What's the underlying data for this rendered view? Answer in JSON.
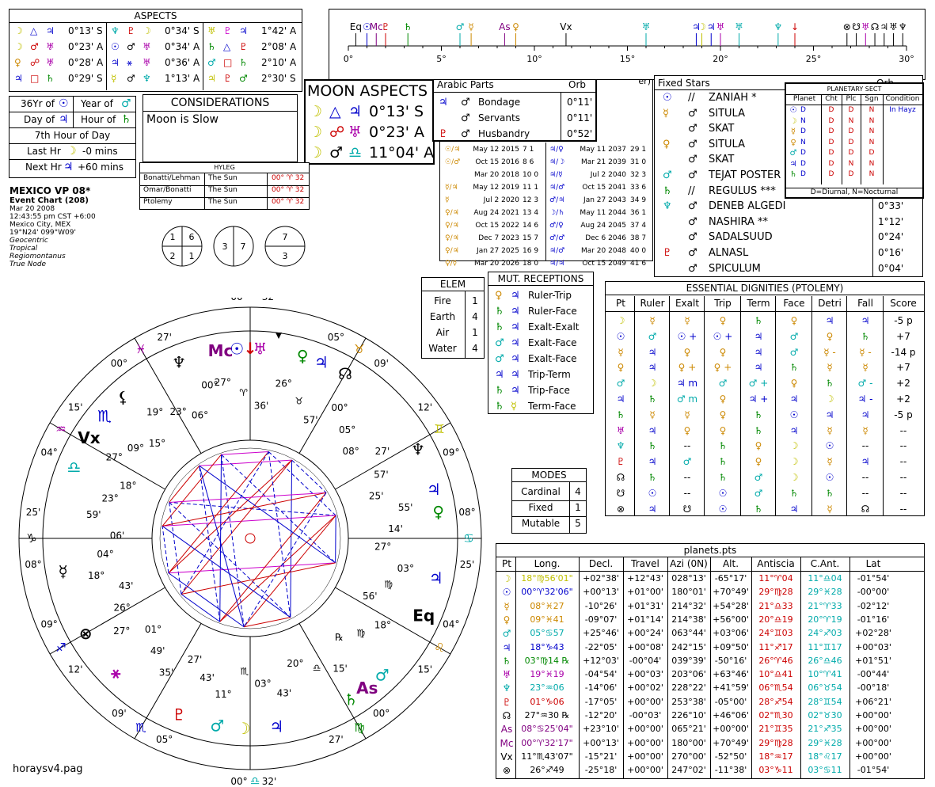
{
  "aspects": {
    "title": "ASPECTS",
    "rows": [
      [
        "☽",
        "△",
        "♃",
        "0°13' S",
        "♆",
        "♇",
        "☽",
        "0°34' S",
        "♅",
        "♇",
        "♃",
        "1°42' A"
      ],
      [
        "☽",
        "♂",
        "♅",
        "0°23' A",
        "☉",
        "♂",
        "♅",
        "0°34' A",
        "♄",
        "△",
        "♇",
        "2°08' A"
      ],
      [
        "♀",
        "☍",
        "♅",
        "0°28' A",
        "♃",
        "⚹",
        "♅",
        "0°36' A",
        "♂",
        "□",
        "♄",
        "2°10' A"
      ],
      [
        "♃",
        "□",
        "♄",
        "0°29' S",
        "☿",
        "♂",
        "♆",
        "1°13' A",
        "♃",
        "♇",
        "♂",
        "2°30' S"
      ]
    ],
    "colors": [
      [
        "#c0c000",
        "#0000cc",
        "#0000cc",
        "#000",
        "#00aaaa",
        "#cc0000",
        "#c0c000",
        "#000",
        "#c0c000",
        "#cc00cc",
        "#0000cc",
        "#000"
      ],
      [
        "#c0c000",
        "#cc0000",
        "#aa00aa",
        "#000",
        "#0000cc",
        "#000",
        "#aa00aa",
        "#000",
        "#008800",
        "#0000cc",
        "#cc0000",
        "#000"
      ],
      [
        "#cc8800",
        "#cc0000",
        "#aa00aa",
        "#000",
        "#0000cc",
        "#0000cc",
        "#aa00aa",
        "#000",
        "#00aaaa",
        "#cc0000",
        "#008800",
        "#000"
      ],
      [
        "#0000cc",
        "#cc0000",
        "#008800",
        "#000",
        "#c0c000",
        "#000",
        "#00aaaa",
        "#000",
        "#c0c000",
        "#cc0000",
        "#008800",
        "#000"
      ]
    ]
  },
  "time": {
    "rows": [
      [
        "36Yr of",
        "☉",
        "Year of",
        "♂"
      ],
      [
        "Day of",
        "♃",
        "Hour of",
        "♄"
      ],
      [
        "7th Hour of Day"
      ],
      [
        "Last Hr",
        "☽",
        "-0 mins"
      ],
      [
        "Next Hr",
        "♃",
        "+60 mins"
      ]
    ]
  },
  "considerations": {
    "title": "CONSIDERATIONS",
    "text": "Moon is Slow"
  },
  "moon_aspects": {
    "title": "MOON ASPECTS",
    "rows": [
      [
        "☽",
        "△",
        "♃",
        "0°13' S"
      ],
      [
        "☽",
        "☍",
        "♅",
        "0°23' A"
      ],
      [
        "☽",
        "♂",
        "♎",
        "11°04' A"
      ]
    ]
  },
  "arabic": {
    "title": "Arabic Parts",
    "orb": "Orb",
    "rows": [
      [
        "♃",
        "♂",
        "Bondage",
        "0°11'"
      ],
      [
        "",
        "♂",
        "Servants",
        "0°11'"
      ],
      [
        "♇",
        "♂",
        "Husbandry",
        "0°52'"
      ]
    ]
  },
  "hyleg": {
    "title": "HYLEG",
    "rows": [
      [
        "Bonatti/Lehman",
        "The Sun",
        "00° ♈ 32"
      ],
      [
        "Omar/Bonatti",
        "The Sun",
        "00° ♈ 32"
      ],
      [
        "Ptolemy",
        "The Sun",
        "00° ♈ 32"
      ]
    ]
  },
  "chart_info": {
    "name": "MEXICO VP 08*",
    "type": "Event Chart (208)",
    "date": "Mar 20 2008",
    "time": "12:43:55 pm  CST +6:00",
    "place": "Mexico City, MEX",
    "coords": "19°N24' 099°W09'",
    "opts": [
      "Geocentric",
      "Tropical",
      "Regiomontanus",
      "True Node"
    ]
  },
  "circles": [
    [
      "1",
      "6",
      "2",
      "1"
    ],
    [
      "3",
      "7"
    ],
    [
      "7",
      "3"
    ]
  ],
  "directions": {
    "header": "er)",
    "rows": [
      [
        "☉/♃",
        "May 12 2015",
        "7 1",
        "♃/♀",
        "May 11 2037",
        "29 1"
      ],
      [
        "☉/♂",
        "Oct 15 2016",
        "8 6",
        "♃/☽",
        "Mar 21 2039",
        "31 0"
      ],
      [
        "",
        "Mar 20 2018",
        "10 0",
        "♃/☿",
        "Jul 2 2040",
        "32 3"
      ],
      [
        "☿/♃",
        "May 12 2019",
        "11 1",
        "♃/♂",
        "Oct 15 2041",
        "33 6"
      ],
      [
        "☿",
        "Jul 2 2020",
        "12 3",
        "♂/♃",
        "Jan 27 2043",
        "34 9"
      ],
      [
        "♀/♃",
        "Aug 24 2021",
        "13 4",
        "☽/♄",
        "May 11 2044",
        "36 1"
      ],
      [
        "♀/♃",
        "Oct 15 2022",
        "14 6",
        "♂/♀",
        "Aug 24 2045",
        "37 4"
      ],
      [
        "♀/♃",
        "Dec 7 2023",
        "15 7",
        "♂/♂",
        "Dec 6 2046",
        "38 7"
      ],
      [
        "♀/♃",
        "Jan 27 2025",
        "16 9",
        "♃/♂",
        "Mar 20 2048",
        "40 0"
      ],
      [
        "♀/☿",
        "Mar 20 2026",
        "18 0",
        "♃/♃",
        "Oct 15 2049",
        "41 6"
      ]
    ]
  },
  "fixed_stars": {
    "title": "Fixed Stars",
    "orb_header": "Orb",
    "rows": [
      [
        "☉",
        "//",
        "ZANIAH *",
        ""
      ],
      [
        "☿",
        "♂",
        "SITULA",
        ""
      ],
      [
        "",
        "♂",
        "SKAT",
        ""
      ],
      [
        "♀",
        "♂",
        "SITULA",
        ""
      ],
      [
        "",
        "♂",
        "SKAT",
        ""
      ],
      [
        "♂",
        "♂",
        "TEJAT POSTER",
        ""
      ],
      [
        "♄",
        "//",
        "REGULUS ***",
        ""
      ],
      [
        "♆",
        "♂",
        "DENEB ALGEDI",
        "0°33'"
      ],
      [
        "",
        "♂",
        "NASHIRA **",
        "1°12'"
      ],
      [
        "",
        "♂",
        "SADALSUUD",
        "0°24'"
      ],
      [
        "♇",
        "♂",
        "ALNASL",
        "0°16'"
      ],
      [
        "",
        "♂",
        "SPICULUM",
        "0°04'"
      ]
    ]
  },
  "sect": {
    "title": "PLANETARY SECT",
    "headers": [
      "Planet",
      "Cht",
      "Plc",
      "Sgn",
      "Condition"
    ],
    "rows": [
      [
        "☉",
        "D",
        "D",
        "D",
        "N",
        "In Hayz"
      ],
      [
        "☽",
        "N",
        "D",
        "N",
        "N",
        ""
      ],
      [
        "☿",
        "D",
        "D",
        "D",
        "N",
        ""
      ],
      [
        "♀",
        "N",
        "D",
        "D",
        "N",
        ""
      ],
      [
        "♂",
        "D",
        "D",
        "D",
        "D",
        ""
      ],
      [
        "♃",
        "D",
        "D",
        "N",
        "N",
        ""
      ],
      [
        "♄",
        "D",
        "D",
        "D",
        "N",
        ""
      ]
    ],
    "legend": "D=Diurnal, N=Nocturnal"
  },
  "elem": {
    "title": "ELEM",
    "rows": [
      [
        "Fire",
        "1"
      ],
      [
        "Earth",
        "4"
      ],
      [
        "Air",
        "1"
      ],
      [
        "Water",
        "4"
      ]
    ]
  },
  "mut": {
    "title": "MUT. RECEPTIONS",
    "rows": [
      [
        "♀",
        "♃",
        "Ruler-Trip"
      ],
      [
        "♄",
        "♃",
        "Ruler-Face"
      ],
      [
        "♄",
        "♃",
        "Exalt-Exalt"
      ],
      [
        "♂",
        "♃",
        "Exalt-Face"
      ],
      [
        "♂",
        "♃",
        "Exalt-Face"
      ],
      [
        "♃",
        "♃",
        "Trip-Term"
      ],
      [
        "♄",
        "♃",
        "Trip-Face"
      ],
      [
        "♄",
        "☿",
        "Term-Face"
      ]
    ]
  },
  "modes": {
    "title": "MODES",
    "rows": [
      [
        "Cardinal",
        "4"
      ],
      [
        "Fixed",
        "1"
      ],
      [
        "Mutable",
        "5"
      ]
    ]
  },
  "dignities": {
    "title": "ESSENTIAL DIGNITIES (PTOLEMY)",
    "headers": [
      "Pt",
      "Ruler",
      "Exalt",
      "Trip",
      "Term",
      "Face",
      "Detri",
      "Fall",
      "Score"
    ],
    "rows": [
      [
        "☽",
        "☿",
        "☿",
        "♀",
        "♄",
        "♀",
        "♃",
        "♃",
        "-5 p"
      ],
      [
        "☉",
        "♂",
        "☉ +",
        "☉ +",
        "♃",
        "♂",
        "♀",
        "♄",
        "+7"
      ],
      [
        "☿",
        "♃",
        "♀",
        "♀",
        "♃",
        "♂",
        "☿ -",
        "☿ -",
        "-14 p"
      ],
      [
        "♀",
        "♃",
        "♀ +",
        "♀ +",
        "♃",
        "♄",
        "☿",
        "☿",
        "+7"
      ],
      [
        "♂",
        "☽",
        "♃ m",
        "♂",
        "♂ +",
        "♀",
        "♄",
        "♂ -",
        "+2"
      ],
      [
        "♃",
        "♄",
        "♂ m",
        "♀",
        "♃ +",
        "♃",
        "☽",
        "♃ -",
        "+2"
      ],
      [
        "♄",
        "☿",
        "☿",
        "♀",
        "♄",
        "☉",
        "♃",
        "♃",
        "-5 p"
      ],
      [
        "♅",
        "♃",
        "♀",
        "♀",
        "♄",
        "♃",
        "☿",
        "☿",
        "--"
      ],
      [
        "♆",
        "♄",
        "--",
        "♄",
        "♀",
        "☽",
        "☉",
        "--",
        "--"
      ],
      [
        "♇",
        "♃",
        "♂",
        "♄",
        "♀",
        "☽",
        "☿",
        "♃",
        "--"
      ],
      [
        "☊",
        "♄",
        "--",
        "♄",
        "♂",
        "☽",
        "☉",
        "--",
        "--"
      ],
      [
        "☋",
        "☉",
        "--",
        "☉",
        "♂",
        "♄",
        "♄",
        "--",
        "--"
      ],
      [
        "⊗",
        "♃",
        "☋",
        "☉",
        "♄",
        "♃",
        "☿",
        "☊",
        "--"
      ]
    ]
  },
  "planets": {
    "title": "planets.pts",
    "headers": [
      "Pt",
      "Long.",
      "Decl.",
      "Travel",
      "Azi (0N)",
      "Alt.",
      "Antiscia",
      "C.Ant.",
      "Lat"
    ],
    "rows": [
      [
        "☽",
        "18°♍56'01\"",
        "+02°38'",
        "+12°43'",
        "028°13'",
        "-65°17'",
        "11°♈04",
        "11°♎04",
        "-01°54'"
      ],
      [
        "☉",
        "00°♈32'06\"",
        "+00°13'",
        "+01°00'",
        "180°01'",
        "+70°49'",
        "29°♍28",
        "29°♓28",
        "-00°00'"
      ],
      [
        "☿",
        "08°♓27",
        "-10°26'",
        "+01°31'",
        "214°32'",
        "+54°28'",
        "21°♎33",
        "21°♈33",
        "-02°12'"
      ],
      [
        "♀",
        "09°♓41",
        "-09°07'",
        "+01°14'",
        "214°38'",
        "+56°00'",
        "20°♎19",
        "20°♈19",
        "-01°16'"
      ],
      [
        "♂",
        "05°♋57",
        "+25°46'",
        "+00°24'",
        "063°44'",
        "+03°06'",
        "24°♊03",
        "24°♐03",
        "+02°28'"
      ],
      [
        "♃",
        "18°♑43",
        "-22°05'",
        "+00°08'",
        "242°15'",
        "+09°50'",
        "11°♐17",
        "11°♊17",
        "+00°03'"
      ],
      [
        "♄",
        "03°♍14 ℞",
        "+12°03'",
        "-00°04'",
        "039°39'",
        "-50°16'",
        "26°♈46",
        "26°♎46",
        "+01°51'"
      ],
      [
        "♅",
        "19°♓19",
        "-04°54'",
        "+00°03'",
        "203°06'",
        "+63°46'",
        "10°♎41",
        "10°♈41",
        "-00°44'"
      ],
      [
        "♆",
        "23°♒06",
        "-14°06'",
        "+00°02'",
        "228°22'",
        "+41°59'",
        "06°♏54",
        "06°♉54",
        "-00°18'"
      ],
      [
        "♇",
        "01°♑06",
        "-17°05'",
        "+00°00'",
        "253°38'",
        "-05°00'",
        "28°♐54",
        "28°♊54",
        "+06°21'"
      ],
      [
        "☊",
        "27°♒30 ℞",
        "-12°20'",
        "-00°03'",
        "226°10'",
        "+46°06'",
        "02°♏30",
        "02°♉30",
        "+00°00'"
      ],
      [
        "As",
        "08°♋25'04\"",
        "+23°10'",
        "+00°00'",
        "065°21'",
        "+00°00'",
        "21°♊35",
        "21°♐35",
        "+00°00'"
      ],
      [
        "Mc",
        "00°♈32'17\"",
        "+00°13'",
        "+00°00'",
        "180°00'",
        "+70°49'",
        "29°♍28",
        "29°♓28",
        "+00°00'"
      ],
      [
        "Vx",
        "11°♏43'07\"",
        "-15°21'",
        "+00°00'",
        "270°00'",
        "-52°50'",
        "18°♒17",
        "18°♌17",
        "+00°00'"
      ],
      [
        "⊗",
        "26°♐49",
        "-25°18'",
        "+00°00'",
        "247°02'",
        "-11°38'",
        "03°♑11",
        "03°♋11",
        "-01°54'"
      ]
    ],
    "colors": [
      "#c0c000",
      "#0000cc",
      "#cc8800",
      "#cc8800",
      "#00aaaa",
      "#0000cc",
      "#008800",
      "#aa00aa",
      "#00aaaa",
      "#cc0000",
      "#000",
      "#800080",
      "#800080",
      "#000",
      "#000"
    ]
  },
  "timeline": {
    "ticks": [
      "0°",
      "5°",
      "10°",
      "15°",
      "20°",
      "25°",
      "30°"
    ],
    "markers": [
      {
        "g": "Eq",
        "v": 0.4,
        "c": "#000"
      },
      {
        "g": "☉",
        "v": 1.0,
        "c": "#0000cc"
      },
      {
        "g": "Mc",
        "v": 1.5,
        "c": "#800080"
      },
      {
        "g": "♇",
        "v": 2.0,
        "c": "#cc0000"
      },
      {
        "g": "♄",
        "v": 3.2,
        "c": "#008800"
      },
      {
        "g": "♂",
        "v": 6.0,
        "c": "#00aaaa"
      },
      {
        "g": "☿",
        "v": 6.6,
        "c": "#cc8800"
      },
      {
        "g": "As",
        "v": 8.4,
        "c": "#800080"
      },
      {
        "g": "♀",
        "v": 9.0,
        "c": "#cc8800"
      },
      {
        "g": "Vx",
        "v": 11.7,
        "c": "#000"
      },
      {
        "g": "♅",
        "v": 16.0,
        "c": "#00aaaa"
      },
      {
        "g": "♃",
        "v": 18.7,
        "c": "#0000cc"
      },
      {
        "g": "☽",
        "v": 19.0,
        "c": "#c0c000"
      },
      {
        "g": "♃",
        "v": 19.5,
        "c": "#0000cc"
      },
      {
        "g": "♅",
        "v": 20.0,
        "c": "#aa00aa"
      },
      {
        "g": "♅",
        "v": 21.0,
        "c": "#00aaaa"
      },
      {
        "g": "♆",
        "v": 23.1,
        "c": "#00aaaa"
      },
      {
        "g": "↓",
        "v": 24.0,
        "c": "#cc0000"
      },
      {
        "g": "⊗",
        "v": 26.8,
        "c": "#000"
      },
      {
        "g": "☋",
        "v": 27.3,
        "c": "#000"
      },
      {
        "g": "♅",
        "v": 27.8,
        "c": "#aa00aa"
      },
      {
        "g": "☊",
        "v": 28.3,
        "c": "#000"
      },
      {
        "g": "♃",
        "v": 28.8,
        "c": "#000"
      },
      {
        "g": "♅",
        "v": 29.3,
        "c": "#000"
      },
      {
        "g": "♆",
        "v": 29.8,
        "c": "#000"
      }
    ]
  },
  "wheel": {
    "cusps": [
      {
        "deg": "00°",
        "min": "32'",
        "sign": "",
        "c": "#000"
      },
      {
        "deg": "05°",
        "min": "09'",
        "sign": "♉",
        "c": "#cc8800"
      },
      {
        "deg": "12'",
        "min": "09°",
        "sign": "♊",
        "c": "#c0c000"
      },
      {
        "deg": "08°",
        "min": "25'",
        "sign": "♋",
        "c": "#00aaaa"
      },
      {
        "deg": "04°",
        "min": "15'",
        "sign": "♌",
        "c": "#cc8800"
      },
      {
        "deg": "00°",
        "min": "27'",
        "sign": "♍",
        "c": "#008800"
      },
      {
        "deg": "00°",
        "min": "32'",
        "sign": "♎",
        "c": "#00aaaa"
      },
      {
        "deg": "05°",
        "min": "09'",
        "sign": "♏",
        "c": "#0000cc"
      },
      {
        "deg": "12'",
        "min": "09°",
        "sign": "♐",
        "c": "#0000cc"
      },
      {
        "deg": "08°",
        "min": "25'",
        "sign": "♑",
        "c": "#000"
      },
      {
        "deg": "04°",
        "min": "15'",
        "sign": "♒",
        "c": "#aa00aa"
      },
      {
        "deg": "00°",
        "min": "27'",
        "sign": "♓",
        "c": "#aa00aa"
      }
    ],
    "inner_labels": [
      "27°",
      "♈",
      "36'",
      "26°",
      "♉",
      "57'",
      "00°",
      "05°",
      "08°",
      "27'",
      "57'",
      "25'",
      "55'",
      "14'",
      "27°",
      "03°",
      "♍",
      "56'",
      "18°",
      "♍",
      "℞",
      "15'",
      "♎",
      "20°",
      "43'",
      "03°",
      "♏",
      "11°",
      "43'",
      "27'",
      "35'",
      "49'",
      "01°",
      "27°",
      "26°",
      "43'",
      "18°",
      "04°",
      "06'",
      "59'",
      "23°",
      "18°",
      "27°",
      "09°",
      "15°",
      "19°",
      "23°",
      "06°",
      "00°"
    ],
    "planet_glyphs": [
      "♆",
      "Mc",
      "☉",
      "↓",
      "♅",
      "♀",
      "♃",
      "☊",
      "♆",
      "♃",
      "♀",
      "♃",
      "Eq",
      "♂",
      "As",
      "♄",
      "♃",
      "☽",
      "♂",
      "♇",
      "⚹",
      "⊗",
      "☿",
      "♎",
      "Vx",
      "♏",
      "⚸"
    ],
    "footer": "horaysv4.pag"
  }
}
